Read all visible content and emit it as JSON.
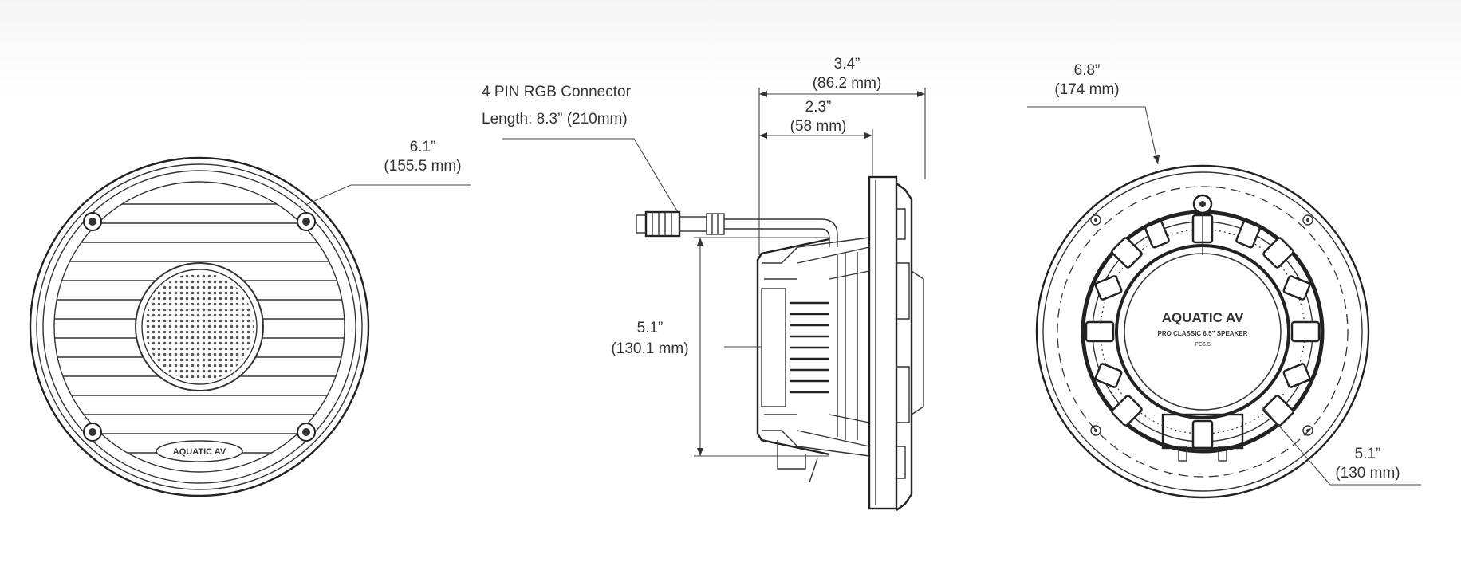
{
  "front_view": {
    "diameter_in": "6.1”",
    "diameter_mm": "(155.5 mm)",
    "logo_text": "AQUATIC AV"
  },
  "side_view": {
    "connector_label": "4 PIN RGB Connector",
    "connector_length": "Length: 8.3” (210mm)",
    "depth_total_in": "3.4”",
    "depth_total_mm": "(86.2 mm)",
    "depth_mount_in": "2.3”",
    "depth_mount_mm": "(58 mm)",
    "height_in": "5.1”",
    "height_mm": "(130.1 mm)"
  },
  "back_view": {
    "outer_in": "6.8”",
    "outer_mm": "(174 mm)",
    "cutout_in": "5.1”",
    "cutout_mm": "(130 mm)",
    "brand": "AQUATIC AV",
    "model": "PRO CLASSIC 6.5” SPEAKER",
    "part": "PC6.5"
  }
}
